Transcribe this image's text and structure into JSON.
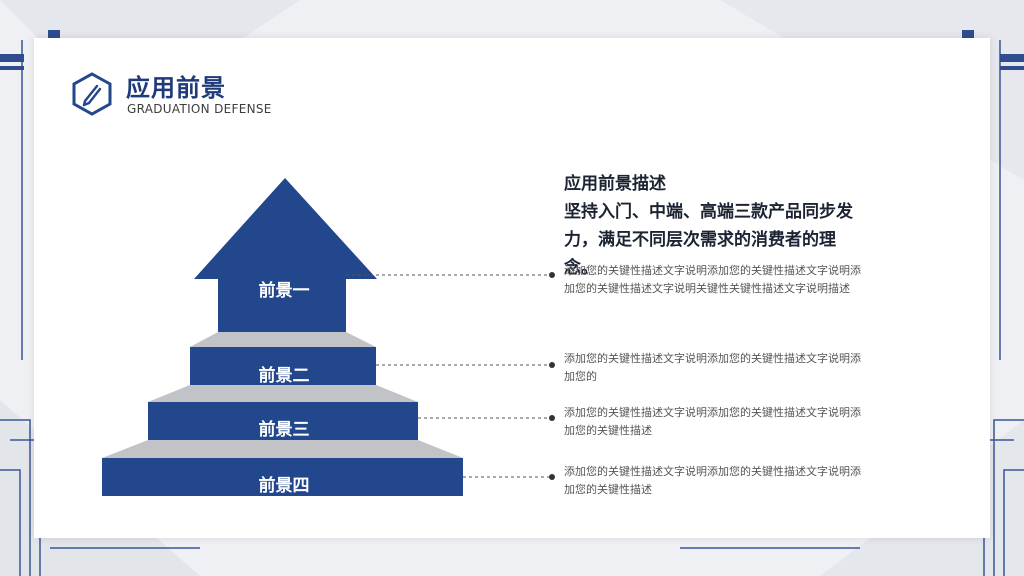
{
  "header": {
    "title": "应用前景",
    "subtitle": "GRADUATION DEFENSE",
    "logo_icon": "pencil-hexagon-icon"
  },
  "content": {
    "heading_line1": "应用前景描述",
    "heading_line2": "坚持入门、中端、高端三款产品同步发力，满足不同层次需求的消费者的理念。"
  },
  "steps": [
    {
      "label": "前景一",
      "desc": "添加您的关键性描述文字说明添加您的关键性描述文字说明添加您的关键性描述文字说明关键性关键性描述文字说明描述"
    },
    {
      "label": "前景二",
      "desc": "添加您的关键性描述文字说明添加您的关键性描述文字说明添加您的"
    },
    {
      "label": "前景三",
      "desc": "添加您的关键性描述文字说明添加您的关键性描述文字说明添加您的关键性描述"
    },
    {
      "label": "前景四",
      "desc": "添加您的关键性描述文字说明添加您的关键性描述文字说明添加您的关键性描述"
    }
  ],
  "colors": {
    "brand_blue": "#22478c",
    "step_gray": "#c2c3c6",
    "text_dark": "#1c2433"
  }
}
